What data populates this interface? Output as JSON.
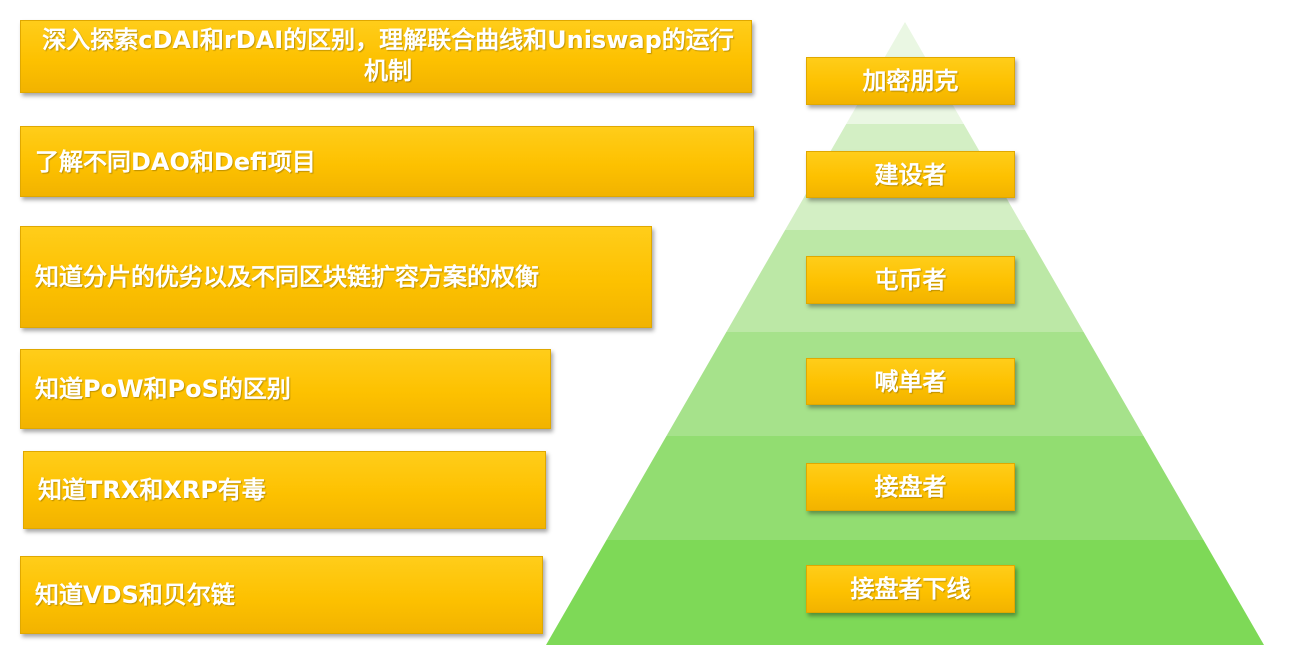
{
  "descriptions": [
    {
      "text": "深入探索cDAI和rDAI的区别，理解联合曲线和Uniswap的运行机制"
    },
    {
      "text": "了解不同DAO和Defi项目"
    },
    {
      "text": "知道分片的优劣以及不同区块链扩容方案的权衡"
    },
    {
      "text": "知道PoW和PoS的区别"
    },
    {
      "text": "知道TRX和XRP有毒"
    },
    {
      "text": "知道VDS和贝尔链"
    }
  ],
  "levels": [
    {
      "label": "加密朋克"
    },
    {
      "label": "建设者"
    },
    {
      "label": "屯币者"
    },
    {
      "label": "喊单者"
    },
    {
      "label": "接盘者"
    },
    {
      "label": "接盘者下线"
    }
  ],
  "colors": {
    "box_fill": "#fdc100",
    "box_text": "#ffffff",
    "pyramid_top": "#e8f6e0",
    "pyramid_bottom": "#7ed957"
  }
}
